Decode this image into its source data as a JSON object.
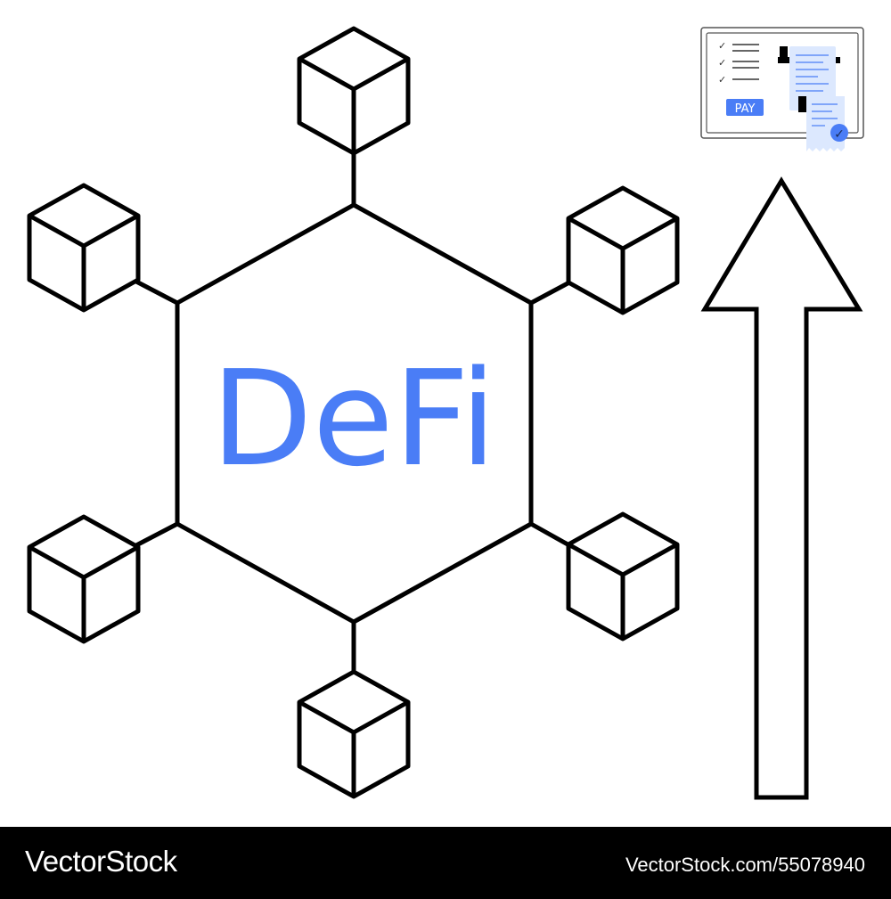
{
  "diagram": {
    "center_label": "DeFi",
    "node_count": 6,
    "payment_card": {
      "checklist_count": 3,
      "button_label": "PAY",
      "check_symbol": "✓"
    },
    "arrow_direction": "up",
    "icons": [
      "blockchain-cube-icon",
      "payment-window-icon",
      "receipt-icon",
      "arrow-up-icon"
    ]
  },
  "footer": {
    "brand": "VectorStock",
    "reference": "VectorStock.com/55078940"
  },
  "colors": {
    "accent": "#4A7DF6",
    "accent_light": "#DCE8FE",
    "stroke": "#000000",
    "background": "#FFFFFF",
    "footer_bg": "#000000",
    "footer_text": "#FFFFFF"
  }
}
